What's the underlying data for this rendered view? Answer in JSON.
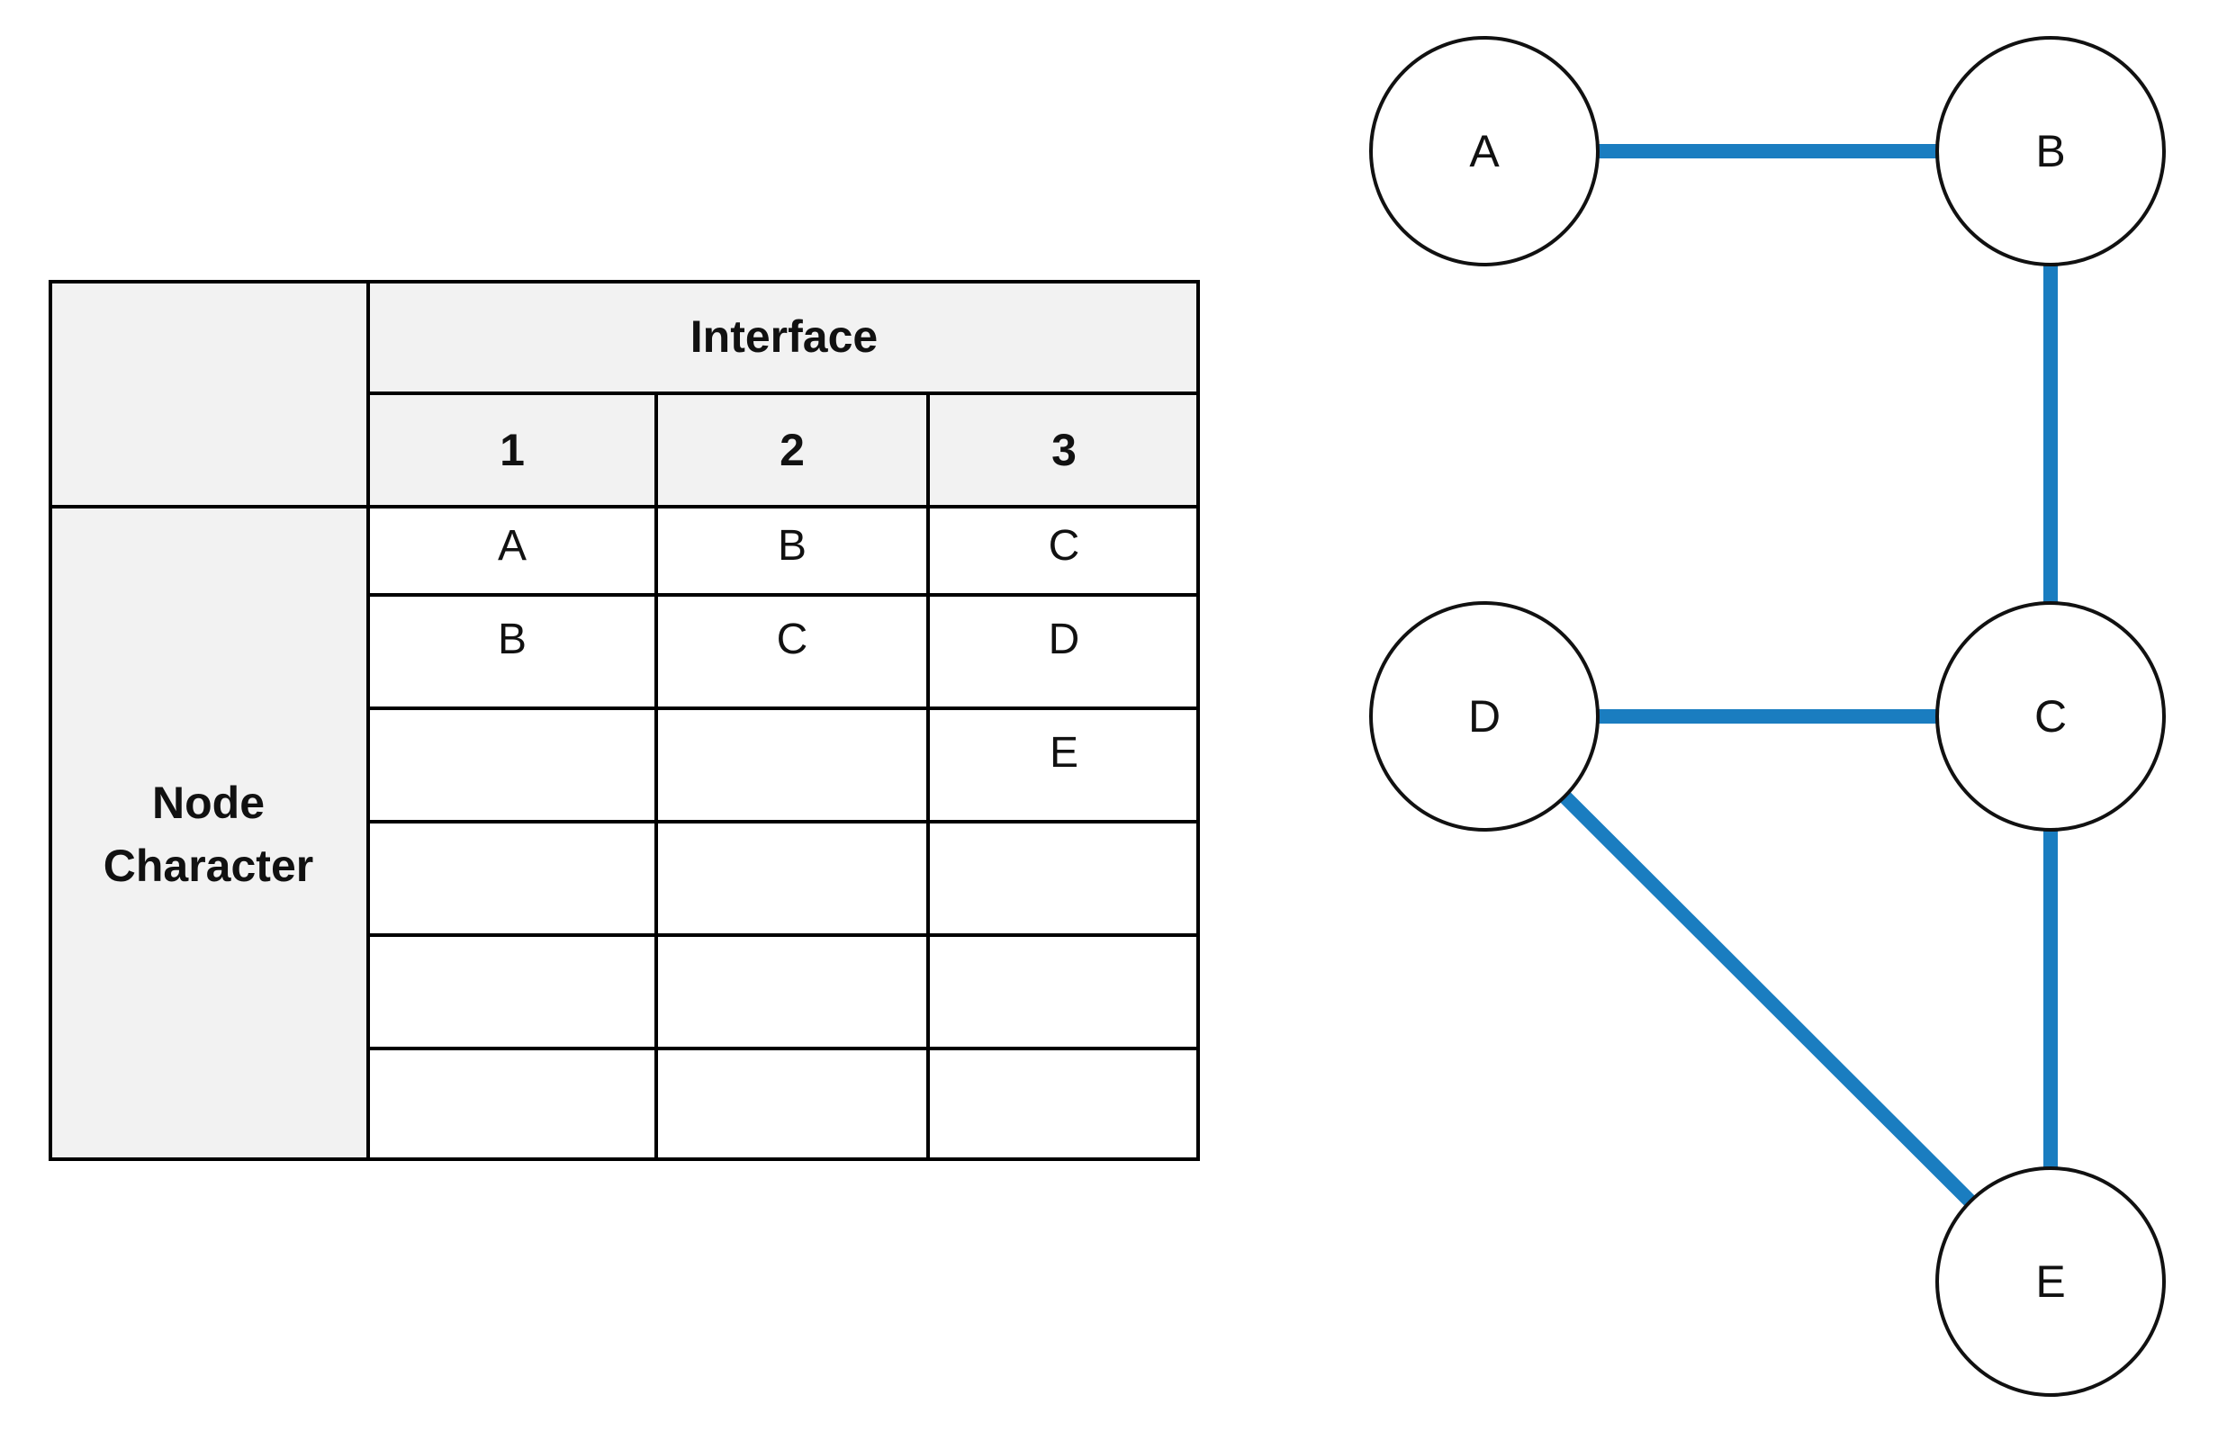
{
  "table": {
    "header": "Interface",
    "columns": [
      "1",
      "2",
      "3"
    ],
    "row_header": "Node Character",
    "rows": [
      [
        "A",
        "B",
        "C"
      ],
      [
        "B",
        "C",
        "D"
      ],
      [
        "",
        "",
        "E"
      ],
      [
        "",
        "",
        ""
      ],
      [
        "",
        "",
        ""
      ],
      [
        "",
        "",
        ""
      ]
    ]
  },
  "graph": {
    "nodes": [
      {
        "id": "A",
        "label": "A"
      },
      {
        "id": "B",
        "label": "B"
      },
      {
        "id": "C",
        "label": "C"
      },
      {
        "id": "D",
        "label": "D"
      },
      {
        "id": "E",
        "label": "E"
      }
    ],
    "edges": [
      {
        "from": "A",
        "to": "B"
      },
      {
        "from": "B",
        "to": "C"
      },
      {
        "from": "D",
        "to": "C"
      },
      {
        "from": "C",
        "to": "E"
      },
      {
        "from": "D",
        "to": "E"
      }
    ],
    "edge_color": "#1a7dc0",
    "node_stroke": "#111111",
    "node_fill": "#ffffff"
  }
}
